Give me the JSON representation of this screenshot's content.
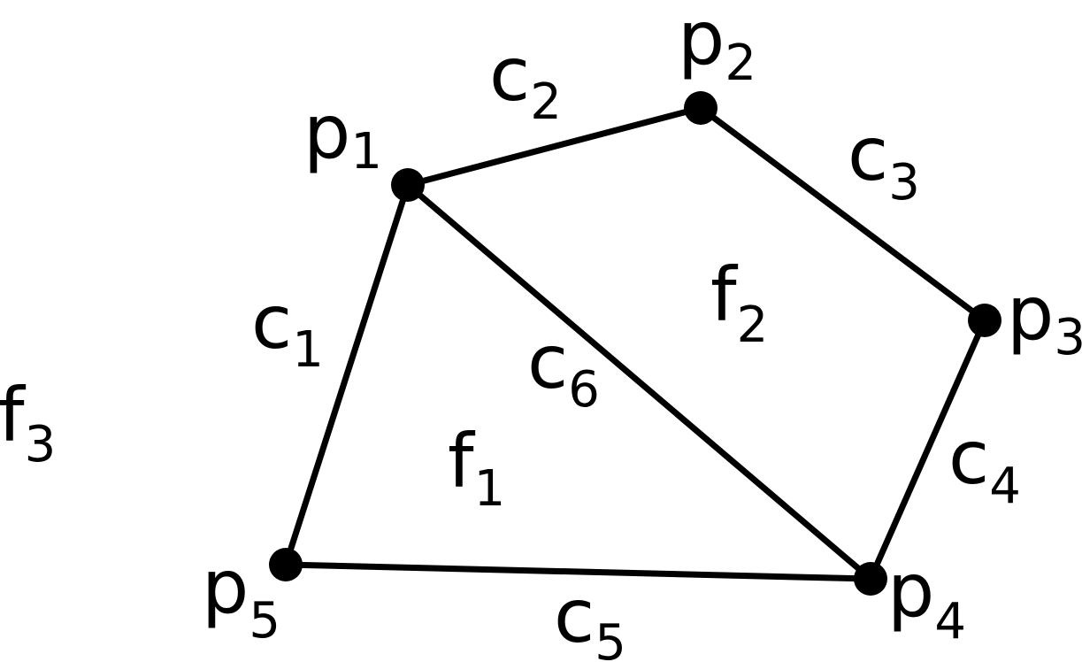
{
  "vertices": [
    {
      "id": "p1",
      "letter": "p",
      "sub": "1"
    },
    {
      "id": "p2",
      "letter": "p",
      "sub": "2"
    },
    {
      "id": "p3",
      "letter": "p",
      "sub": "3"
    },
    {
      "id": "p4",
      "letter": "p",
      "sub": "4"
    },
    {
      "id": "p5",
      "letter": "p",
      "sub": "5"
    }
  ],
  "edges": [
    {
      "id": "c1",
      "letter": "c",
      "sub": "1",
      "from": "p1",
      "to": "p5"
    },
    {
      "id": "c2",
      "letter": "c",
      "sub": "2",
      "from": "p1",
      "to": "p2"
    },
    {
      "id": "c3",
      "letter": "c",
      "sub": "3",
      "from": "p2",
      "to": "p3"
    },
    {
      "id": "c4",
      "letter": "c",
      "sub": "4",
      "from": "p3",
      "to": "p4"
    },
    {
      "id": "c5",
      "letter": "c",
      "sub": "5",
      "from": "p5",
      "to": "p4"
    },
    {
      "id": "c6",
      "letter": "c",
      "sub": "6",
      "from": "p1",
      "to": "p4"
    }
  ],
  "faces": [
    {
      "id": "f1",
      "letter": "f",
      "sub": "1"
    },
    {
      "id": "f2",
      "letter": "f",
      "sub": "2"
    },
    {
      "id": "f3",
      "letter": "f",
      "sub": "3"
    }
  ]
}
